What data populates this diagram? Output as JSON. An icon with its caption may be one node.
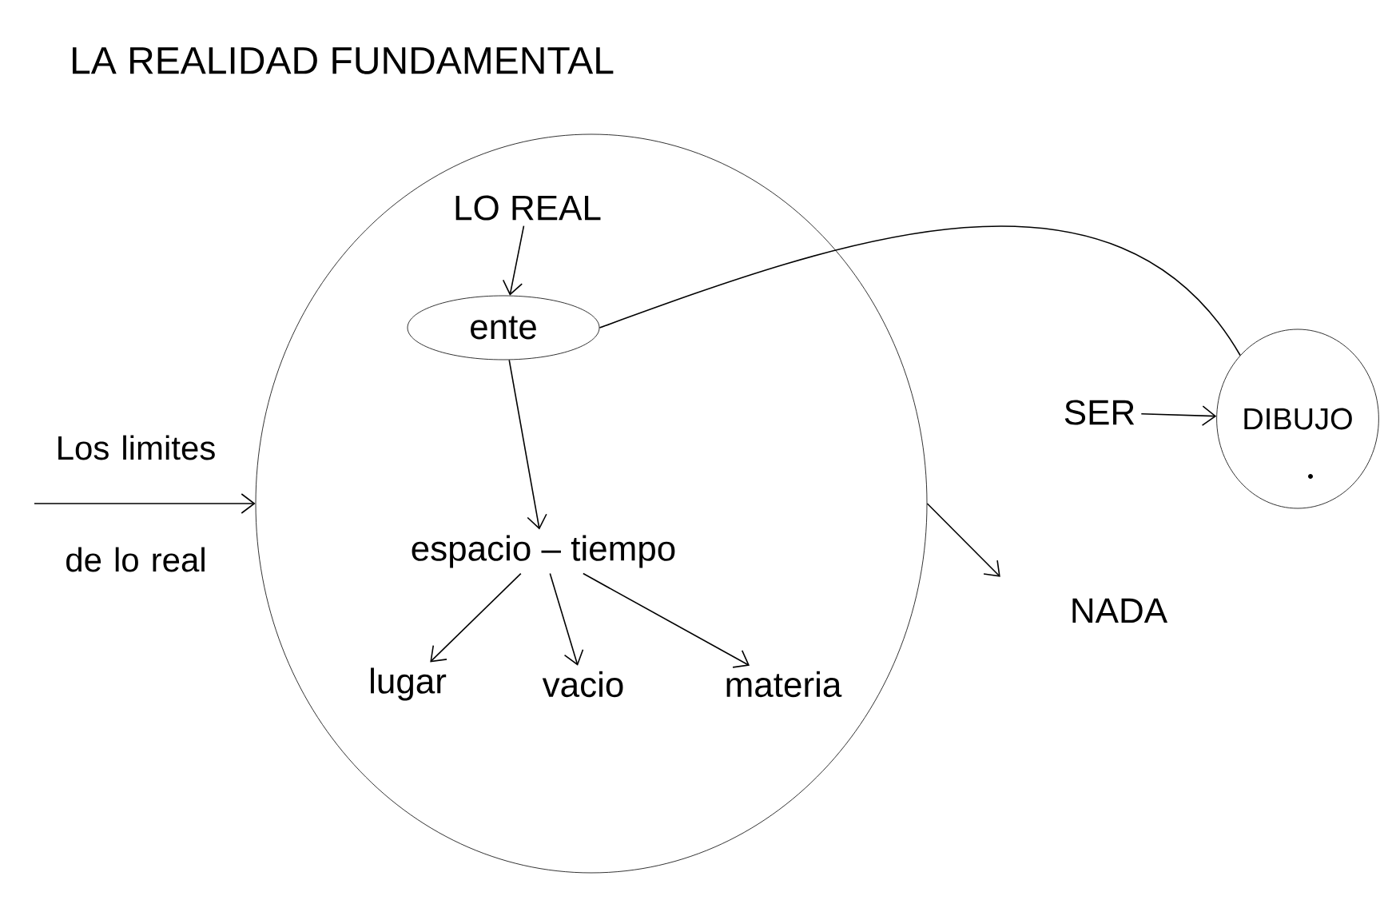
{
  "diagram": {
    "title": "LA REALIDAD FUNDAMENTAL",
    "nodes": [
      {
        "text": [],
        "shape": "circle"
      },
      {
        "text": [
          "LO REAL"
        ],
        "in": 0
      },
      {
        "text": [
          "ente"
        ],
        "in": 0
      },
      {
        "text": [
          "espacio – tiempo"
        ],
        "in": 0
      },
      {
        "text": [
          "lugar"
        ],
        "in": 0
      },
      {
        "text": [
          "vacio"
        ],
        "in": 0
      },
      {
        "text": [
          "materia"
        ],
        "in": 0
      },
      {
        "text": [
          "Los limites de lo real"
        ]
      },
      {
        "text": [
          "SER"
        ]
      },
      {
        "text": [
          "DIBUJO"
        ]
      },
      {
        "text": [
          "NADA"
        ]
      }
    ],
    "edges": [
      {
        "from": 1,
        "to": 2,
        "arrow": "to"
      },
      {
        "from": 2,
        "to": 3,
        "arrow": "to"
      },
      {
        "from": 3,
        "to": 4,
        "arrow": "to"
      },
      {
        "from": 3,
        "to": 5,
        "arrow": "to"
      },
      {
        "from": 3,
        "to": 6,
        "arrow": "to"
      },
      {
        "from": 7,
        "to": 0,
        "arrow": "to"
      },
      {
        "from": 0,
        "to": 10,
        "arrow": "to"
      },
      {
        "from": 8,
        "to": 9,
        "arrow": "to"
      },
      {
        "from": 2,
        "to": 9,
        "arrow": "none"
      }
    ]
  }
}
